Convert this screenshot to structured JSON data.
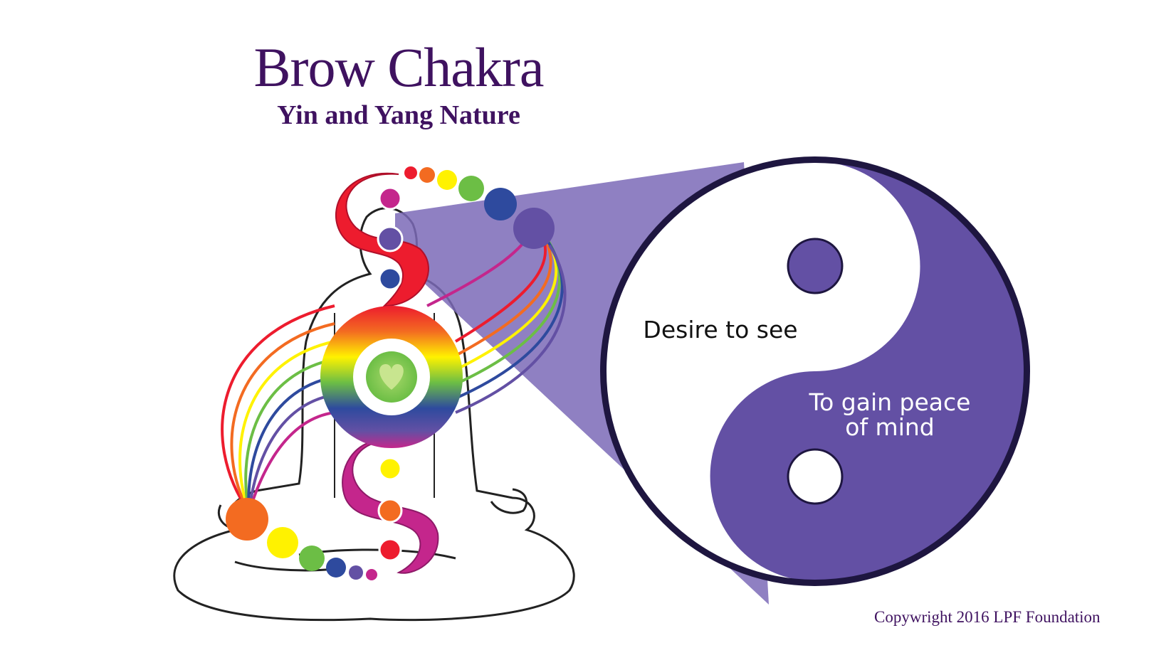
{
  "title": "Brow Chakra",
  "subtitle": "Yin and Yang Nature",
  "yin_label": "Desire to see",
  "yang_label_line1": "To gain peace",
  "yang_label_line2": "of mind",
  "copyright": "Copywright 2016 LPF Foundation",
  "colors": {
    "title": "#3f1260",
    "brow_purple": "#6350a4",
    "beam": "#7b6ab7",
    "red": "#ed1c2e",
    "orange": "#f36b21",
    "yellow": "#fff200",
    "green": "#6cbe45",
    "blue": "#2e4a9e",
    "violet": "#6350a4",
    "magenta": "#c4268c"
  },
  "chakra_colors": [
    "red",
    "orange",
    "yellow",
    "green",
    "blue",
    "indigo",
    "violet"
  ]
}
